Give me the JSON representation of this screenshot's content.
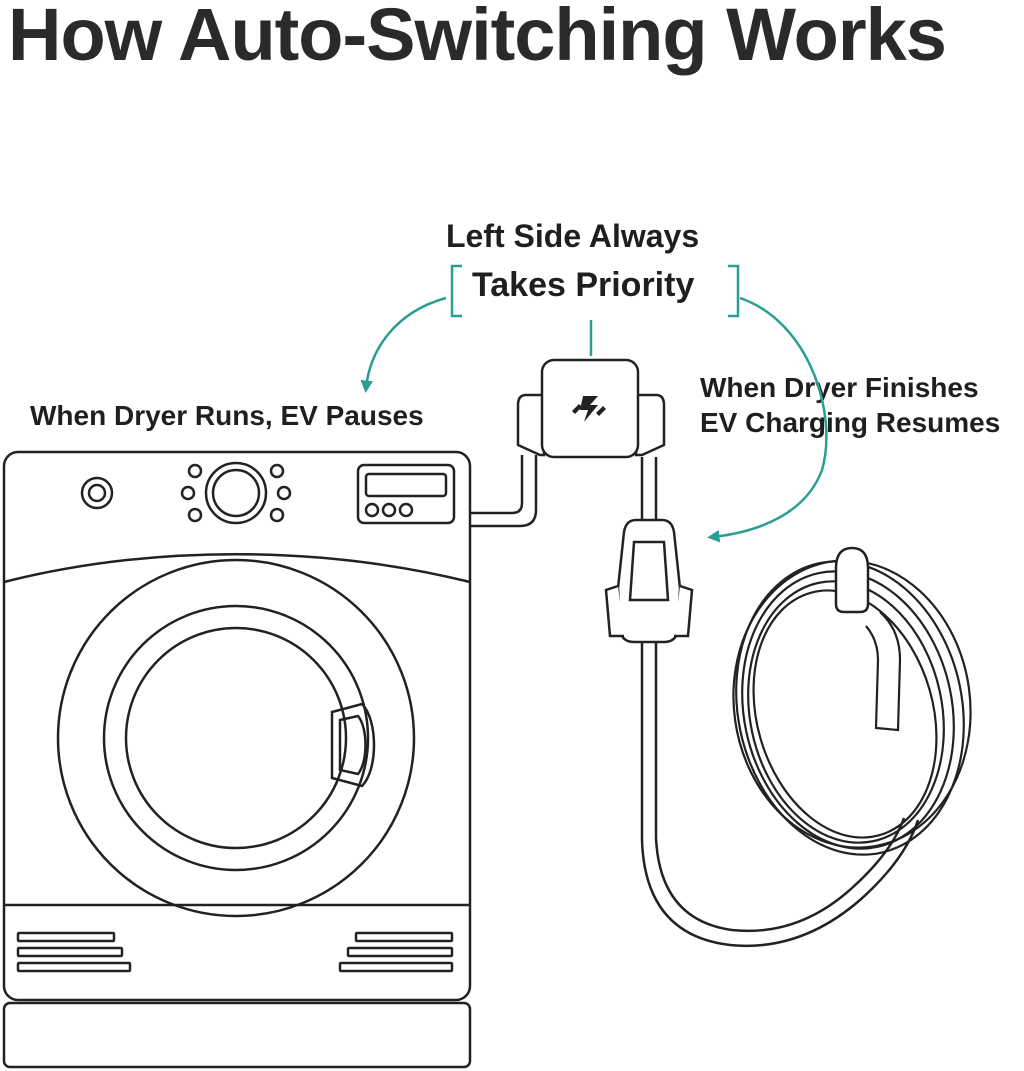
{
  "title": "How Auto-Switching Works",
  "priority_label": {
    "line1": "Left Side Always",
    "line2": "Takes Priority"
  },
  "left_label": "When Dryer Runs, EV Pauses",
  "right_label": {
    "line1": "When Dryer Finishes",
    "line2": "EV Charging Resumes"
  },
  "colors": {
    "accent": "#2b9e94",
    "line": "#222222",
    "text": "#1f1f1f"
  }
}
